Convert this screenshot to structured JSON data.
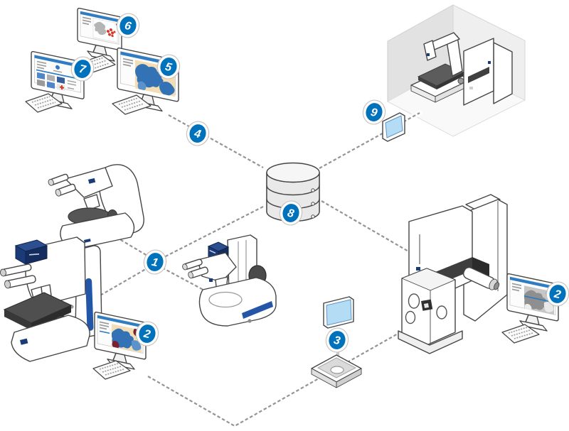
{
  "diagram": {
    "title": "microscopy-network-diagram",
    "badges": [
      {
        "name": "light-microscopes-link",
        "label": "1"
      },
      {
        "name": "workstation-left",
        "label": "2"
      },
      {
        "name": "workstation-right",
        "label": "2"
      },
      {
        "name": "sample-holder-tablet",
        "label": "3"
      },
      {
        "name": "monitors-database-link",
        "label": "4"
      },
      {
        "name": "analysis-monitor",
        "label": "5"
      },
      {
        "name": "overview-monitor",
        "label": "6"
      },
      {
        "name": "gallery-monitor",
        "label": "7"
      },
      {
        "name": "central-database",
        "label": "8"
      },
      {
        "name": "xray-room-tablet",
        "label": "9"
      }
    ],
    "nodes": [
      "overview-monitor",
      "gallery-monitor",
      "analysis-monitor",
      "upright-light-microscope",
      "compact-light-microscope",
      "stereo-microscope",
      "workstation-monitor-left",
      "central-database",
      "sample-tablet",
      "correlative-sample-holder",
      "electron-microscope",
      "workstation-monitor-right",
      "xray-tablet",
      "xray-instrument-room",
      "measuring-instrument",
      "xray-microscope"
    ],
    "colors": {
      "accent": "#0072bc",
      "screen_bar": "#2e7dc2",
      "stripe": "#2456a8",
      "navy": "#1b3a78",
      "navy_dark": "#142c5e",
      "navy_top": "#2d4f8f",
      "line": "#949494",
      "outline": "#454545",
      "red": "#d2382c",
      "camo_bg": "#f3ddb4",
      "camo_blue": "#3272b5",
      "camo_blue2": "#5b92cc",
      "camo_maroon": "#7c1f2e",
      "sem_bg": "#c6c6c6",
      "sem_blob": "#8f8f8f",
      "tablet_screen": "#b5dcf5",
      "dark_grey": "#4d4d4d"
    }
  }
}
